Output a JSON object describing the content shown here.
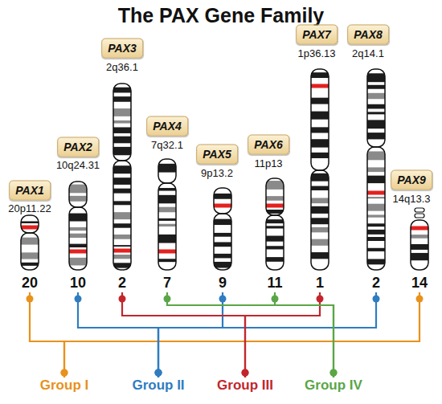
{
  "diagram": {
    "title": "The PAX Gene Family",
    "nodes": [
      {
        "text": [
          "PAX1"
        ]
      },
      {
        "text": [
          "PAX2"
        ]
      },
      {
        "text": [
          "PAX3"
        ]
      },
      {
        "text": [
          "PAX4"
        ]
      },
      {
        "text": [
          "PAX5"
        ]
      },
      {
        "text": [
          "PAX6"
        ]
      },
      {
        "text": [
          "PAX7"
        ]
      },
      {
        "text": [
          "PAX8"
        ]
      },
      {
        "text": [
          "PAX9"
        ]
      },
      {
        "text": [
          "20"
        ]
      },
      {
        "text": [
          "10"
        ]
      },
      {
        "text": [
          "2"
        ]
      },
      {
        "text": [
          "7"
        ]
      },
      {
        "text": [
          "9"
        ]
      },
      {
        "text": [
          "11"
        ]
      },
      {
        "text": [
          "1"
        ]
      },
      {
        "text": [
          "2"
        ]
      },
      {
        "text": [
          "14"
        ]
      },
      {
        "text": [
          "Group I"
        ]
      },
      {
        "text": [
          "Group II"
        ]
      },
      {
        "text": [
          "Group III"
        ]
      },
      {
        "text": [
          "Group IV"
        ]
      }
    ],
    "edges": [
      {
        "from": 9,
        "to": 18,
        "arrow": "none"
      },
      {
        "from": 17,
        "to": 18,
        "arrow": "none"
      },
      {
        "from": 10,
        "to": 19,
        "arrow": "none"
      },
      {
        "from": 13,
        "to": 19,
        "arrow": "none"
      },
      {
        "from": 16,
        "to": 19,
        "arrow": "none"
      },
      {
        "from": 11,
        "to": 20,
        "arrow": "none"
      },
      {
        "from": 15,
        "to": 20,
        "arrow": "none"
      },
      {
        "from": 12,
        "to": 21,
        "arrow": "none"
      },
      {
        "from": 14,
        "to": 21,
        "arrow": "none"
      }
    ],
    "labels": [
      "20p11.22",
      "10q24.31",
      "2q36.1",
      "7q32.1",
      "9p13.2",
      "11p13",
      "1p36.13",
      "2q14.1",
      "14q13.3"
    ]
  }
}
